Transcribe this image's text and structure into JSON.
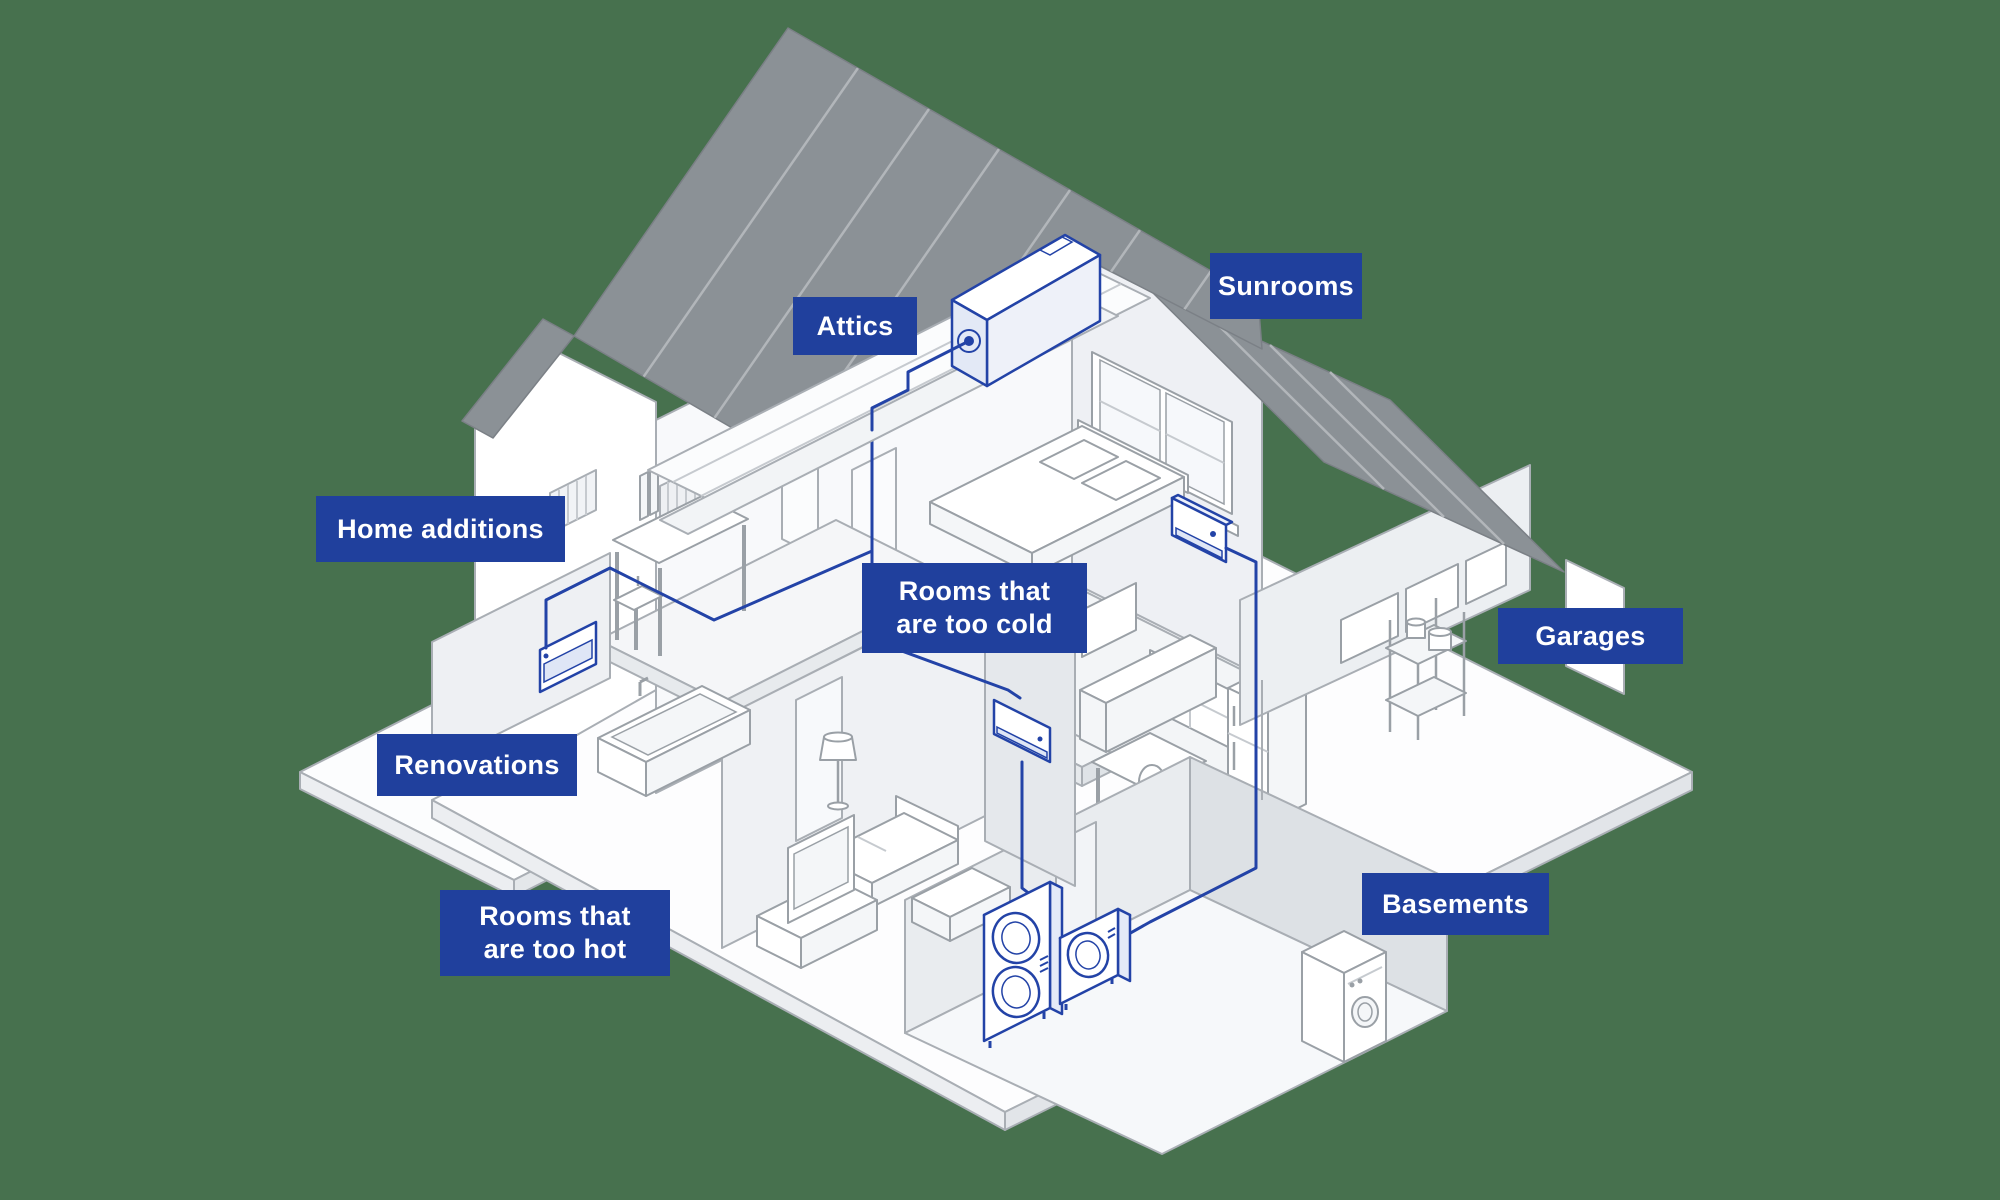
{
  "scene": {
    "description": "Isometric cutaway house diagram showing rooms where ductless mini-split heat pump systems can be installed",
    "background_color": "#47714E",
    "label_background_color": "#20409D",
    "label_text_color": "#FFFFFF",
    "accent_blue": "#2343A7",
    "roof_gray": "#8B9196"
  },
  "labels": {
    "attics": {
      "text": "Attics"
    },
    "sunrooms": {
      "text": "Sunrooms"
    },
    "home_additions": {
      "text": "Home additions"
    },
    "rooms_too_cold": {
      "text": "Rooms that are too cold",
      "line1": "Rooms that",
      "line2": "are too cold"
    },
    "garages": {
      "text": "Garages"
    },
    "renovations": {
      "text": "Renovations"
    },
    "rooms_too_hot": {
      "text": "Rooms that are too hot",
      "line1": "Rooms that",
      "line2": "are too hot"
    },
    "basements": {
      "text": "Basements"
    }
  },
  "equipment": {
    "indoor_units": [
      "attic-ducted-unit",
      "bedroom-console-unit",
      "bathroom-wall-unit",
      "living-room-wall-unit"
    ],
    "outdoor_units": [
      "outdoor-heat-pump-large",
      "outdoor-heat-pump-small"
    ]
  }
}
